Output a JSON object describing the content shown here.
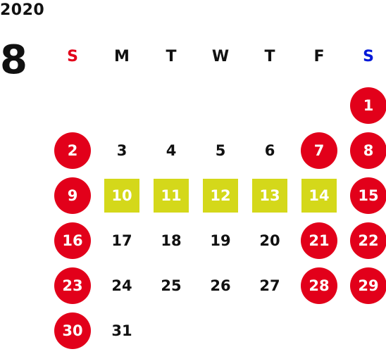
{
  "calendar": {
    "year": "2020",
    "month": "8",
    "weekdays": [
      {
        "label": "S",
        "color": "#e2001a"
      },
      {
        "label": "M",
        "color": "#111111"
      },
      {
        "label": "T",
        "color": "#111111"
      },
      {
        "label": "W",
        "color": "#111111"
      },
      {
        "label": "T",
        "color": "#111111"
      },
      {
        "label": "F",
        "color": "#111111"
      },
      {
        "label": "S",
        "color": "#0018d8"
      }
    ],
    "colors": {
      "holiday": "#e2001a",
      "special": "#d4d81a",
      "text": "#111111"
    },
    "first_weekday_index": 6,
    "days": [
      {
        "day": "1",
        "style": "holiday"
      },
      {
        "day": "2",
        "style": "holiday"
      },
      {
        "day": "3",
        "style": "normal"
      },
      {
        "day": "4",
        "style": "normal"
      },
      {
        "day": "5",
        "style": "normal"
      },
      {
        "day": "6",
        "style": "normal"
      },
      {
        "day": "7",
        "style": "holiday"
      },
      {
        "day": "8",
        "style": "holiday"
      },
      {
        "day": "9",
        "style": "holiday"
      },
      {
        "day": "10",
        "style": "special"
      },
      {
        "day": "11",
        "style": "special"
      },
      {
        "day": "12",
        "style": "special"
      },
      {
        "day": "13",
        "style": "special"
      },
      {
        "day": "14",
        "style": "special"
      },
      {
        "day": "15",
        "style": "holiday"
      },
      {
        "day": "16",
        "style": "holiday"
      },
      {
        "day": "17",
        "style": "normal"
      },
      {
        "day": "18",
        "style": "normal"
      },
      {
        "day": "19",
        "style": "normal"
      },
      {
        "day": "20",
        "style": "normal"
      },
      {
        "day": "21",
        "style": "holiday"
      },
      {
        "day": "22",
        "style": "holiday"
      },
      {
        "day": "23",
        "style": "holiday"
      },
      {
        "day": "24",
        "style": "normal"
      },
      {
        "day": "25",
        "style": "normal"
      },
      {
        "day": "26",
        "style": "normal"
      },
      {
        "day": "27",
        "style": "normal"
      },
      {
        "day": "28",
        "style": "holiday"
      },
      {
        "day": "29",
        "style": "holiday"
      },
      {
        "day": "30",
        "style": "holiday"
      },
      {
        "day": "31",
        "style": "normal"
      }
    ]
  }
}
